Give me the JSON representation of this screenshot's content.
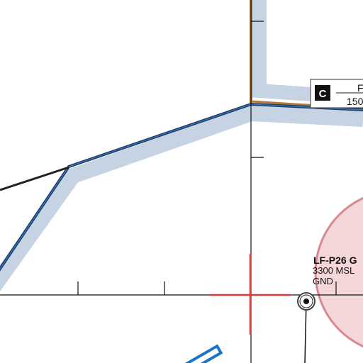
{
  "map": {
    "airspace_box": {
      "class_letter": "C",
      "name_text": "F",
      "lower_limit": "150"
    },
    "restricted_zone": {
      "name": "LF-P26 G",
      "upper_limit": "3300 MSL",
      "lower_limit": "GND"
    },
    "colors": {
      "boundary_dark": "#1c3b66",
      "boundary_shade": "#c5d3e2",
      "class_c_brown": "#b07a3c",
      "restricted_fill": "#f3c9cc",
      "restricted_stroke": "#d68a90",
      "crosshair": "#e03a3a",
      "obstacle_blue": "#1a73c9",
      "grid": "#111111"
    },
    "icons": {
      "center_marker": "crosshair-icon",
      "navaid": "vor-point-icon",
      "obstacle": "obstacle-rect-icon"
    }
  }
}
